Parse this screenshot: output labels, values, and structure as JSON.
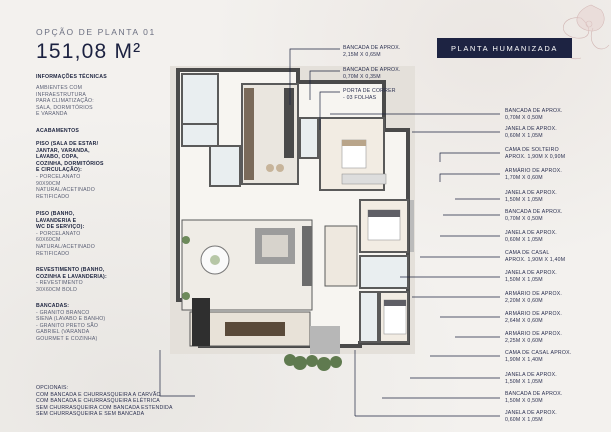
{
  "header": {
    "subtitle": "OPÇÃO DE PLANTA 01",
    "area": "151,08 M²",
    "badge": "PLANTA HUMANIZADA"
  },
  "info": {
    "heading": "INFORMAÇÕES TÉCNICAS",
    "lines": [
      "AMBIENTES COM",
      "INFRAESTRUTURA",
      "PARA CLIMATIZAÇÃO:",
      "SALA, DORMITÓRIOS",
      "E VARANDA"
    ]
  },
  "finishes": {
    "heading": "ACABAMENTOS",
    "piso1_h": [
      "PISO (SALA DE ESTAR/",
      "JANTAR, VARANDA,",
      "LAVABO, COPA,",
      "COZINHA, DORMITÓRIOS",
      "E CIRCULAÇÃO):"
    ],
    "piso1_t": [
      "- PORCELANATO",
      "90X90CM",
      "NATURAL/ACETINADO",
      "RETIFICADO"
    ],
    "piso2_h": [
      "PISO (BANHO,",
      "LAVANDERIA E",
      "WC DE SERVIÇO):"
    ],
    "piso2_t": [
      "- PORCELANATO",
      "60X60CM",
      "NATURAL/ACETINADO",
      "RETIFICADO"
    ],
    "rev_h": [
      "REVESTIMENTO (BANHO,",
      "COZINHA E LAVANDERIA):"
    ],
    "rev_t": [
      "- REVESTIMENTO",
      "30X60CM BOLD"
    ],
    "banc_h": [
      "BANCADAS:"
    ],
    "banc_t": [
      "- GRANITO BRANCO",
      "SIENA (LAVABO E BANHO)",
      "- GRANITO PRETO SÃO",
      "GABRIEL (VARANDA",
      "GOURMET E COZINHA)"
    ]
  },
  "optionals": {
    "heading": "OPCIONAIS:",
    "lines": [
      "COM BANCADA E CHURRASQUEIRA A CARVÃO",
      "COM BANCADA E CHURRASQUEIRA ELÉTRICA",
      "SEM CHURRASQUEIRA COM BANCADA ESTENDIDA",
      "SEM CHURRASQUEIRA E SEM BANCADA"
    ]
  },
  "top_labels": [
    [
      "BANCADA DE APROX.",
      "2,15M X 0,65M"
    ],
    [
      "BANCADA DE APROX.",
      "0,70M X 0,35M"
    ],
    [
      "PORTA DE CORRER",
      "- 03 FOLHAS"
    ]
  ],
  "right_labels": [
    [
      "BANCADA DE APROX.",
      "0,70M X 0,50M"
    ],
    [
      "JANELA DE APROX.",
      "0,60M X 1,05M"
    ],
    [
      "CAMA DE SOLTEIRO",
      "APROX. 1,90M X 0,90M"
    ],
    [
      "ARMÁRIO DE APROX.",
      "1,70M X 0,60M"
    ],
    [
      "JANELA DE APROX.",
      "1,50M X 1,05M"
    ],
    [
      "BANCADA DE APROX.",
      "0,70M X 0,50M"
    ],
    [
      "JANELA DE APROX.",
      "0,60M X 1,05M"
    ],
    [
      "CAMA DE CASAL",
      "APROX. 1,90M X 1,40M"
    ],
    [
      "JANELA DE APROX.",
      "1,50M X 1,05M"
    ],
    [
      "ARMÁRIO DE APROX.",
      "2,20M X 0,60M"
    ],
    [
      "ARMÁRIO DE APROX.",
      "2,64M X 0,60M"
    ],
    [
      "ARMÁRIO DE APROX.",
      "2,25M X 0,60M"
    ],
    [
      "CAMA DE CASAL APROX.",
      "1,90M X 1,40M"
    ],
    [
      "JANELA DE APROX.",
      "1,50M X 1,05M"
    ],
    [
      "BANCADA DE APROX.",
      "1,50M X 0,50M"
    ],
    [
      "JANELA DE APROX.",
      "0,60M X 1,05M"
    ]
  ]
}
